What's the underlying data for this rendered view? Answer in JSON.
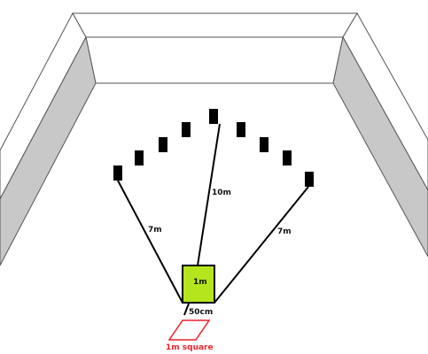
{
  "labels": {
    "left_distance": "7m",
    "center_distance": "10m",
    "right_distance": "7m",
    "box": "1m",
    "offset": "50cm",
    "square": "1m square"
  },
  "colors": {
    "wall_face": "#ffffff",
    "wall_side": "#c8c8c8",
    "outline": "#555555",
    "target": "#000000",
    "line": "#000000",
    "box_fill": "#b5e61d",
    "square": "#e8232a"
  },
  "target_count": 9
}
